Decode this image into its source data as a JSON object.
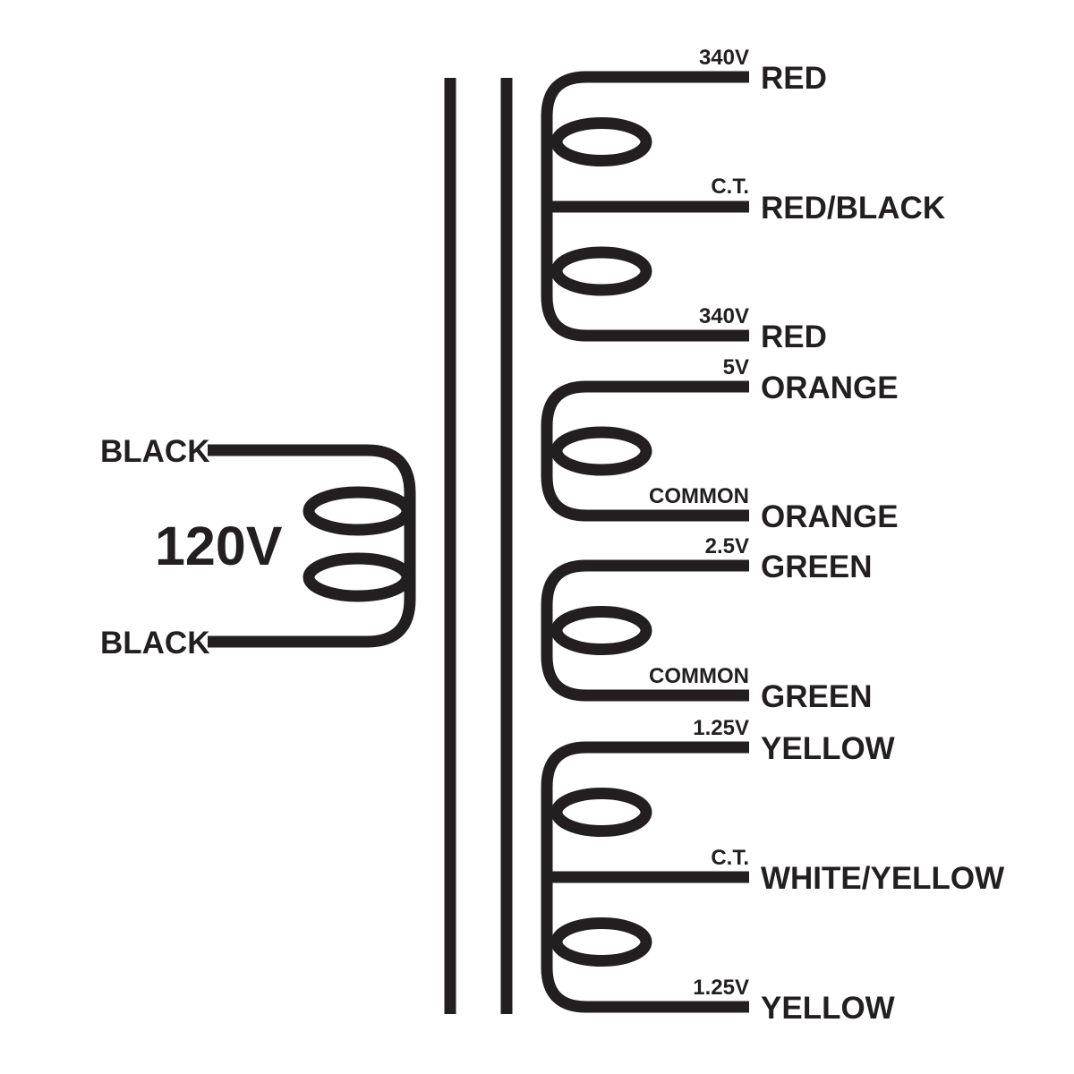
{
  "diagram_type": "transformer-wiring-schematic",
  "colors": {
    "ink": "#231f20",
    "background": "#ffffff"
  },
  "primary": {
    "voltage": "120V",
    "top_lead_color": "BLACK",
    "bottom_lead_color": "BLACK"
  },
  "secondary": {
    "windings": [
      {
        "taps": [
          {
            "voltage": "340V",
            "wire_color": "RED"
          },
          {
            "voltage": "C.T.",
            "wire_color": "RED/BLACK"
          },
          {
            "voltage": "340V",
            "wire_color": "RED"
          }
        ]
      },
      {
        "taps": [
          {
            "voltage": "5V",
            "wire_color": "ORANGE"
          },
          {
            "voltage": "COMMON",
            "wire_color": "ORANGE"
          }
        ]
      },
      {
        "taps": [
          {
            "voltage": "2.5V",
            "wire_color": "GREEN"
          },
          {
            "voltage": "COMMON",
            "wire_color": "GREEN"
          }
        ]
      },
      {
        "taps": [
          {
            "voltage": "1.25V",
            "wire_color": "YELLOW"
          },
          {
            "voltage": "C.T.",
            "wire_color": "WHITE/YELLOW"
          },
          {
            "voltage": "1.25V",
            "wire_color": "YELLOW"
          }
        ]
      }
    ]
  }
}
